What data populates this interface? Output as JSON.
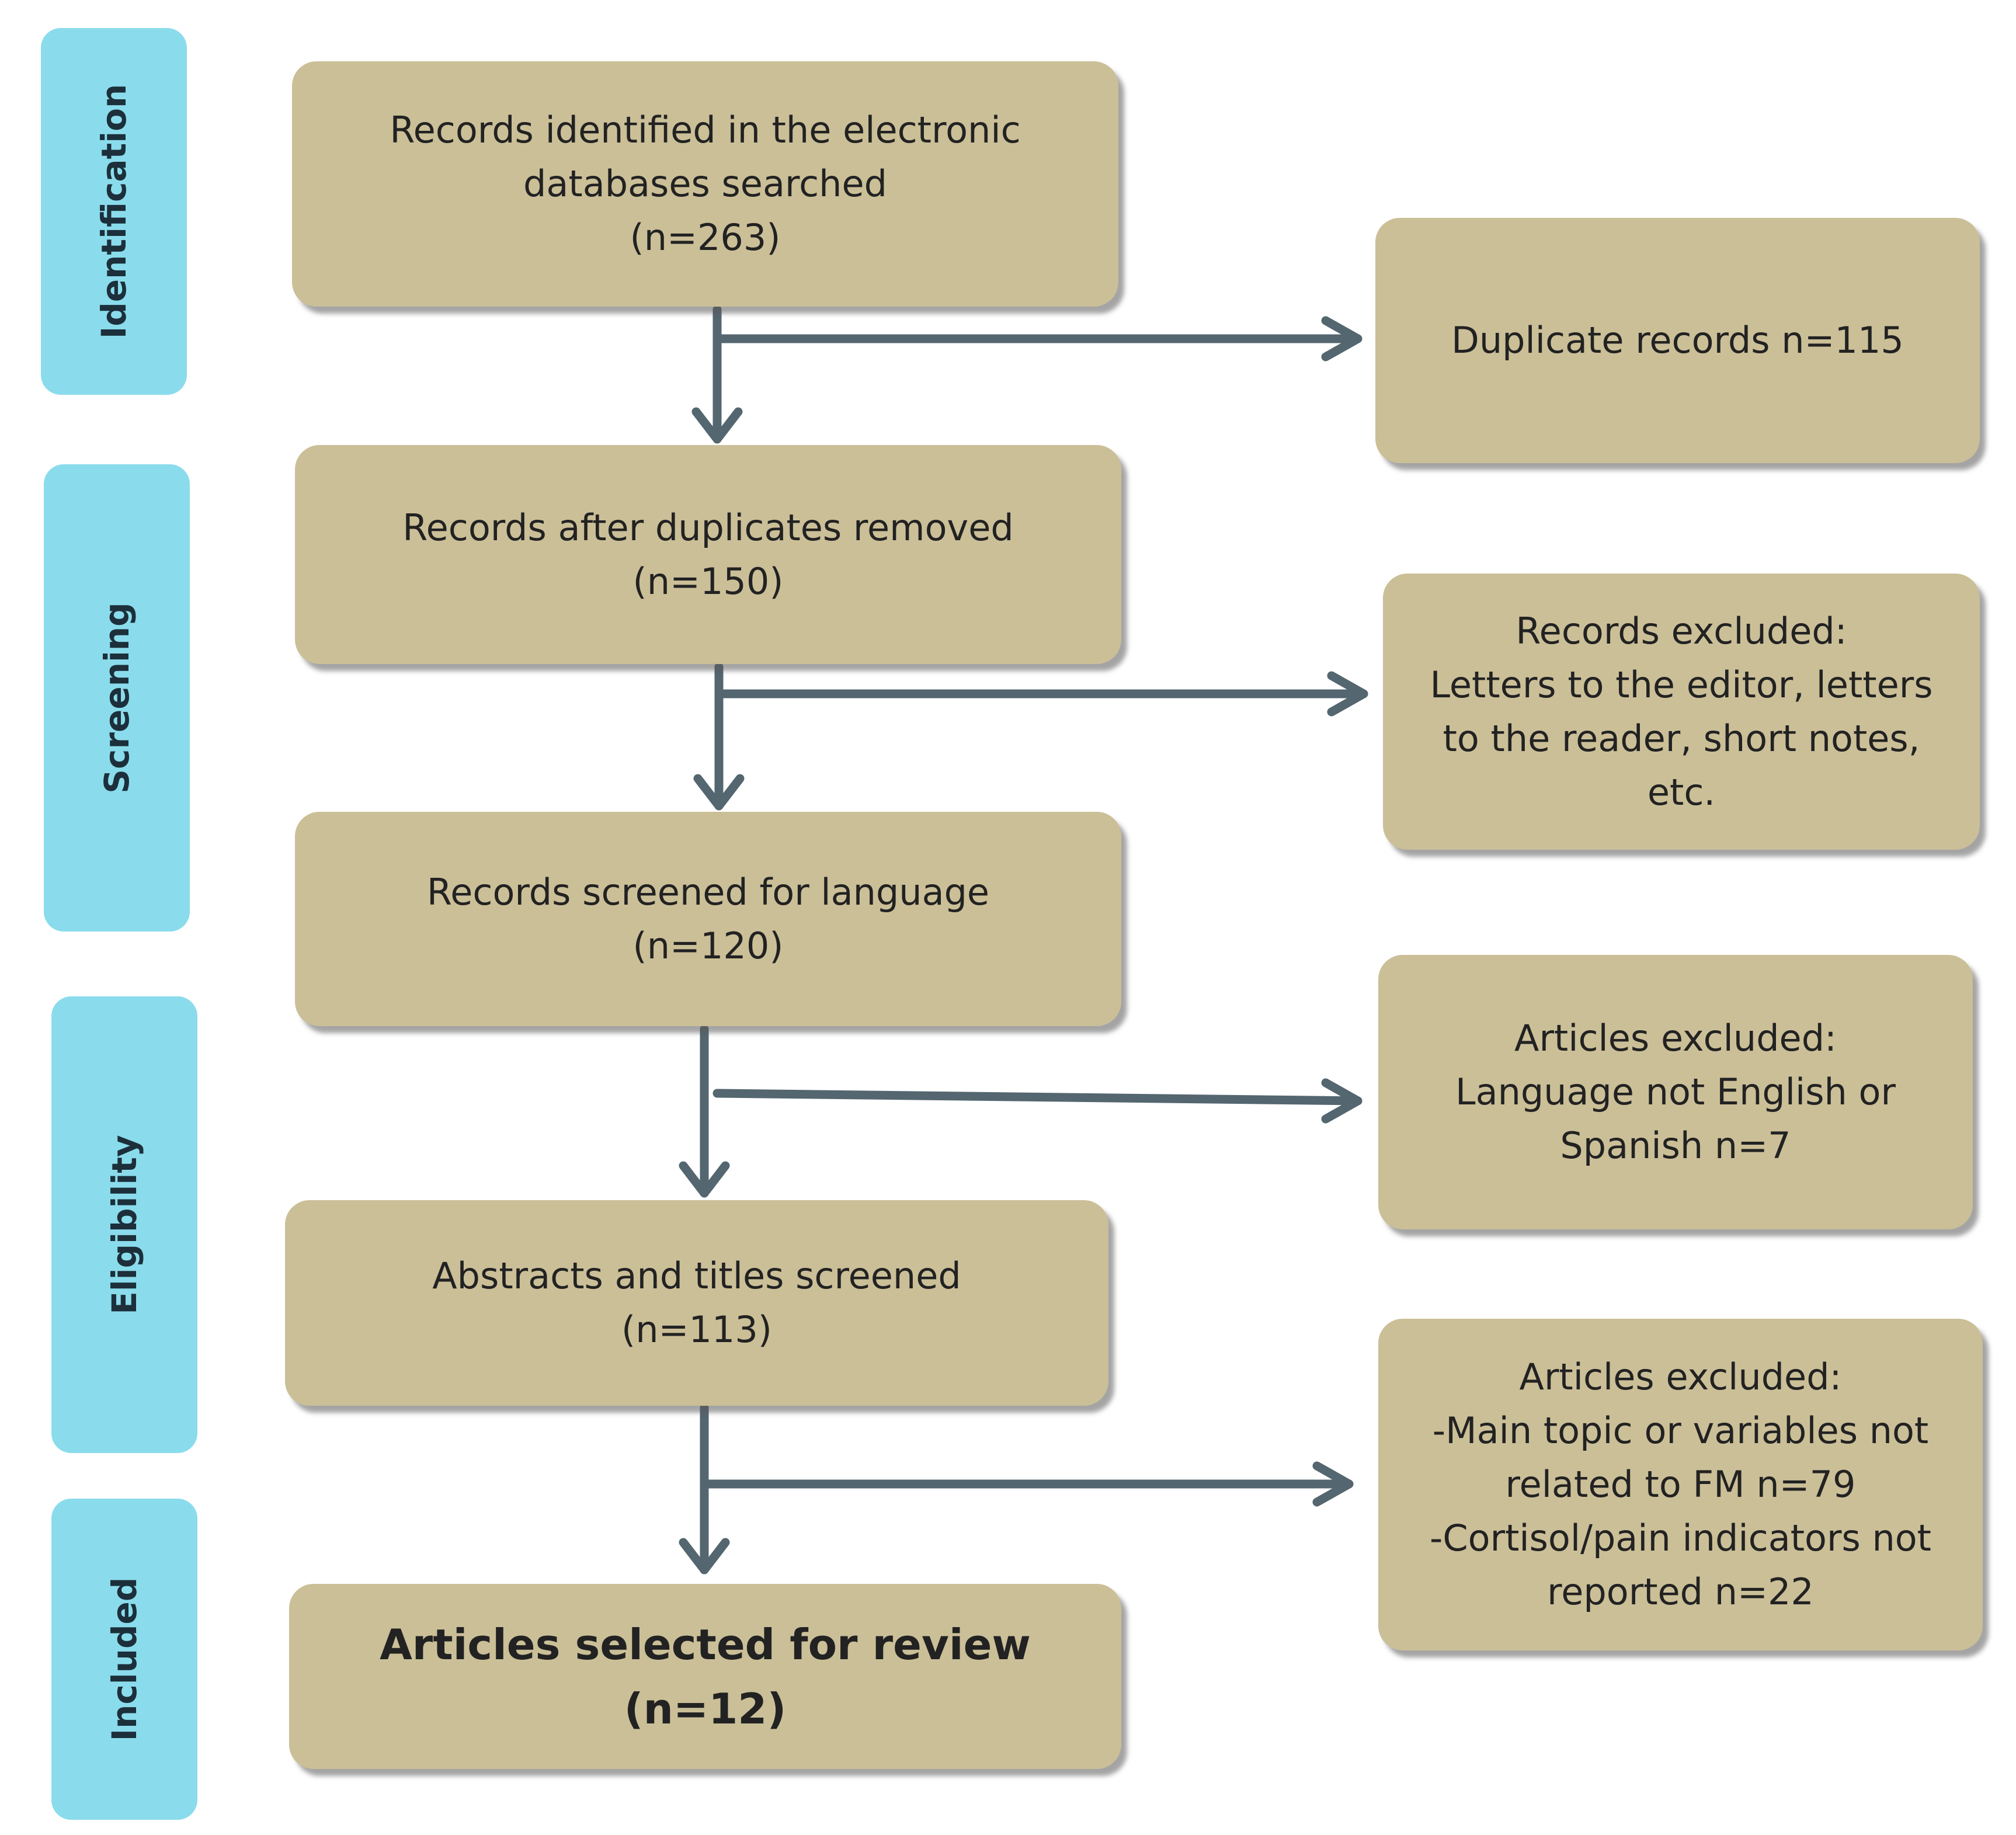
{
  "colors": {
    "phase_fill": "#8adcec",
    "box_fill": "#cbbf98",
    "arrow": "#546670"
  },
  "phases": {
    "identification": "Identification",
    "screening": "Screening",
    "eligibility": "Eligibility",
    "included": "Included"
  },
  "main_boxes": {
    "identified": {
      "line1": "Records identified in the electronic",
      "line2": "databases searched",
      "count": "(n=263)"
    },
    "after_duplicates": {
      "line1": "Records after duplicates removed",
      "count": "(n=150)"
    },
    "language": {
      "line1": "Records screened for language",
      "count": "(n=120)"
    },
    "abstracts": {
      "line1": "Abstracts and titles screened",
      "count": "(n=113)"
    },
    "selected": {
      "line1": "Articles selected for review",
      "count": "(n=12)"
    }
  },
  "side_boxes": {
    "duplicates": {
      "line1": "Duplicate records n=115"
    },
    "records_excluded": {
      "title": "Records excluded:",
      "line1": "Letters to the editor, letters",
      "line2": "to the reader, short notes,",
      "line3": "etc."
    },
    "language_excluded": {
      "title": "Articles excluded:",
      "line1": "Language not English or",
      "line2": "Spanish n=7"
    },
    "topic_excluded": {
      "title": "Articles excluded:",
      "line1": "-Main topic or variables not",
      "line2": "related to FM n=79",
      "line3": "-Cortisol/pain indicators not",
      "line4": "reported n=22"
    }
  }
}
